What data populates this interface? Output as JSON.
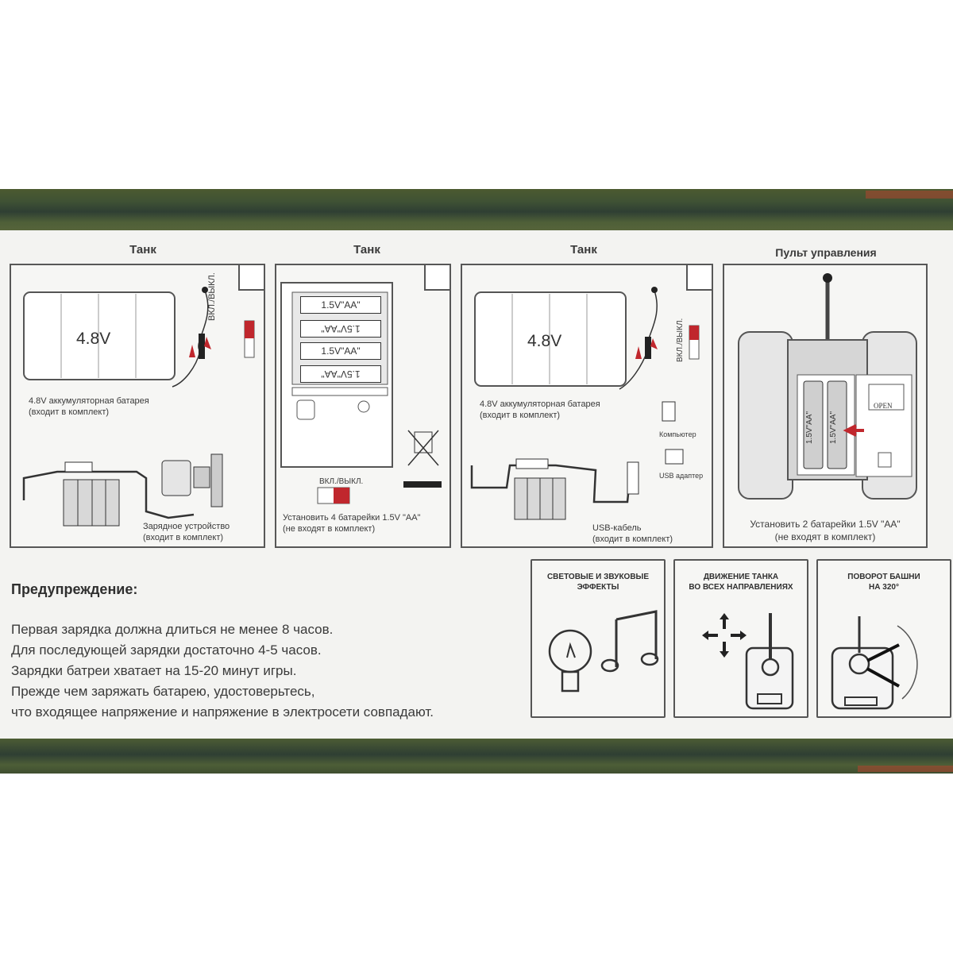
{
  "panels": [
    {
      "title": "Танк",
      "voltage": "4.8V",
      "switch_label": "ВКЛ./ВЫКЛ.",
      "battery_caption": [
        "4.8V аккумуляторная батарея",
        "(входит в комплект)"
      ],
      "charger_caption": [
        "Зарядное устройство",
        "(входит в комплект)"
      ]
    },
    {
      "title": "Танк",
      "cells": [
        "1.5V\"AA\"",
        "1.5V\"AA\"",
        "1.5V\"AA\"",
        "1.5V\"AA\""
      ],
      "switch_label": "ВКЛ./ВЫКЛ.",
      "caption": [
        "Установить  4 батарейки 1.5V \"AA\"",
        "(не входят в комплект)"
      ]
    },
    {
      "title": "Танк",
      "voltage": "4.8V",
      "switch_label": "ВКЛ./ВЫКЛ.",
      "battery_caption": [
        "4.8V аккумуляторная батарея",
        "(входит в комплект)"
      ],
      "computer_label": "Компьютер",
      "usb_adapter_label": "USB адаптер",
      "cable_caption": [
        "USB-кабель",
        "(входит в комплект)"
      ]
    },
    {
      "title": "Пульт управления",
      "cells": [
        "1.5V\"AA\"",
        "1.5V\"AA\""
      ],
      "open_label": "OPEN",
      "caption": [
        "Установить 2 батарейки 1.5V \"AA\"",
        "(не входят в комплект)"
      ]
    }
  ],
  "warning": {
    "title": "Предупреждение:",
    "lines": [
      "Первая зарядка должна длиться не менее 8 часов.",
      "Для последующей зарядки достаточно 4-5 часов.",
      "Зарядки батреи хватает на 15-20 минут игры.",
      "Прежде чем заряжать батарею, удостоверьтесь,",
      "что входящее напряжение и напряжение в электросети совпадают."
    ]
  },
  "features": [
    {
      "title": [
        "СВЕТОВЫЕ И ЗВУКОВЫЕ",
        "ЭФФЕКТЫ"
      ],
      "icon": "lightbulb-music-icon"
    },
    {
      "title": [
        "ДВИЖЕНИЕ ТАНКА",
        "ВО ВСЕХ НАПРАВЛЕНИЯХ"
      ],
      "icon": "tank-move-icon"
    },
    {
      "title": [
        "ПОВОРОТ БАШНИ",
        "НА 320°"
      ],
      "icon": "turret-rotate-icon"
    }
  ],
  "colors": {
    "band_green": "#3f5234",
    "switch_red": "#c0272d",
    "outline": "#575757",
    "card_bg": "#f3f3f1"
  }
}
